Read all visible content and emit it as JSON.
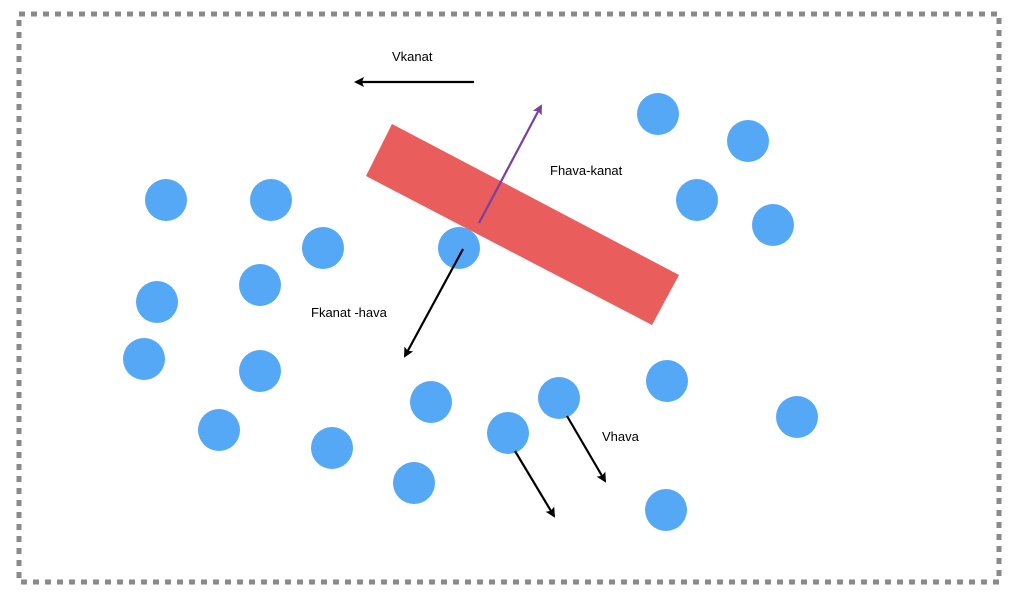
{
  "diagram": {
    "labels": {
      "wing_velocity": "Vkanat",
      "force_air_on_wing": "Fhava-kanat",
      "force_wing_on_air": "Fkanat -hava",
      "air_velocity": "Vhava"
    },
    "colors": {
      "frame": "#8a8a8a",
      "wing": "#e95d5d",
      "air_particle": "#55a8f5",
      "arrow": "#000000",
      "force_arrow": "#7b3fa0"
    }
  }
}
